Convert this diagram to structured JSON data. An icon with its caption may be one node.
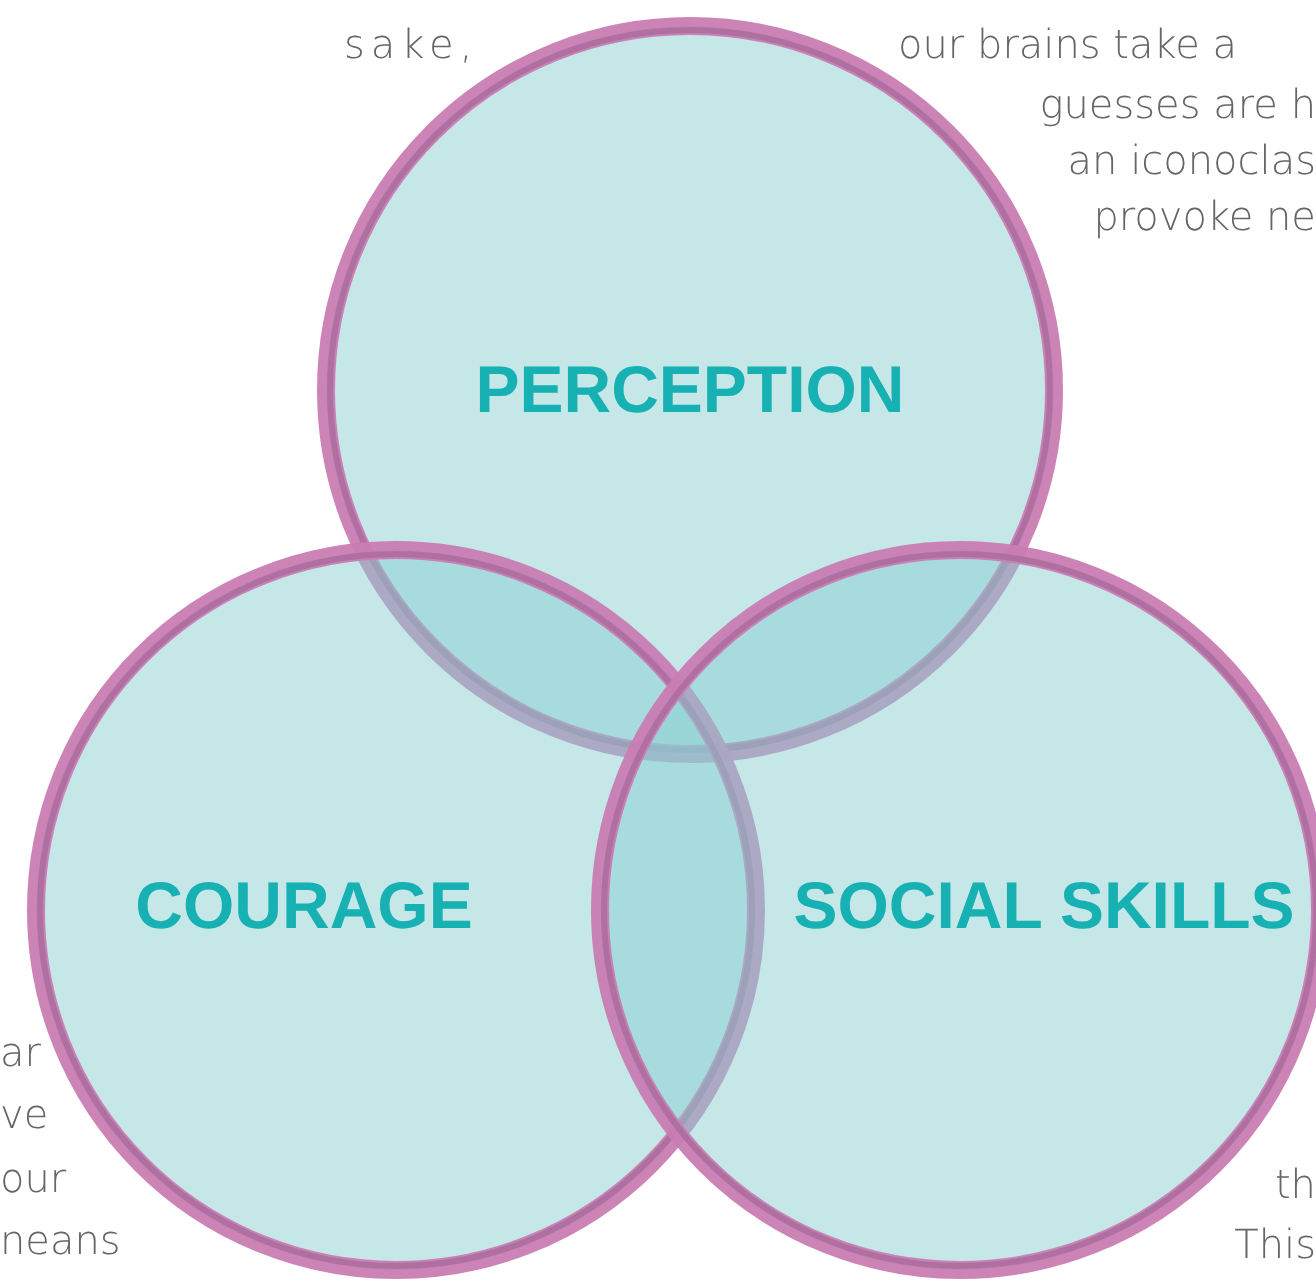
{
  "diagram": {
    "nodes": [
      {
        "text": [
          "PERCEPTION"
        ]
      },
      {
        "text": [
          "COURAGE"
        ]
      },
      {
        "text": [
          "SOCIAL SKILLS"
        ]
      }
    ],
    "labels": [
      "sake,",
      "our brains take a",
      "guesses are h",
      "an iconoclas",
      "provoke ne",
      "ar",
      "ve",
      "our",
      "neans",
      "th",
      "This"
    ]
  }
}
